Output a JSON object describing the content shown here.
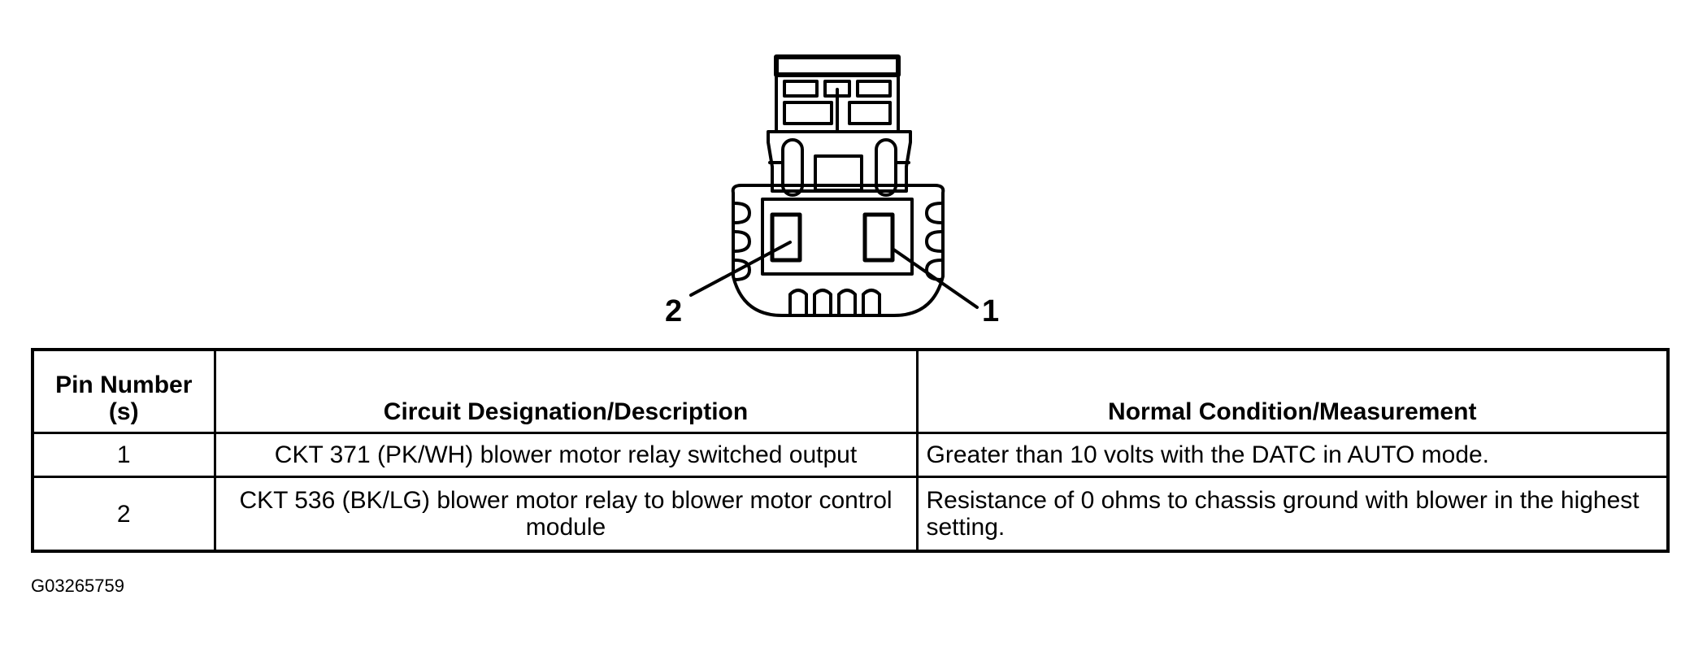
{
  "diagram": {
    "pin_callouts": [
      "2",
      "1"
    ]
  },
  "table": {
    "headers": {
      "pin": "Pin Number (s)",
      "circuit": "Circuit Designation/Description",
      "condition": "Normal Condition/Measurement"
    },
    "rows": [
      {
        "pin": "1",
        "circuit": "CKT 371 (PK/WH) blower motor relay switched output",
        "condition": "Greater than 10 volts with the DATC in AUTO mode."
      },
      {
        "pin": "2",
        "circuit": "CKT 536 (BK/LG) blower motor relay to blower motor control module",
        "condition": "Resistance of 0 ohms to chassis ground with blower in the highest setting."
      }
    ]
  },
  "figure_id": "G03265759"
}
